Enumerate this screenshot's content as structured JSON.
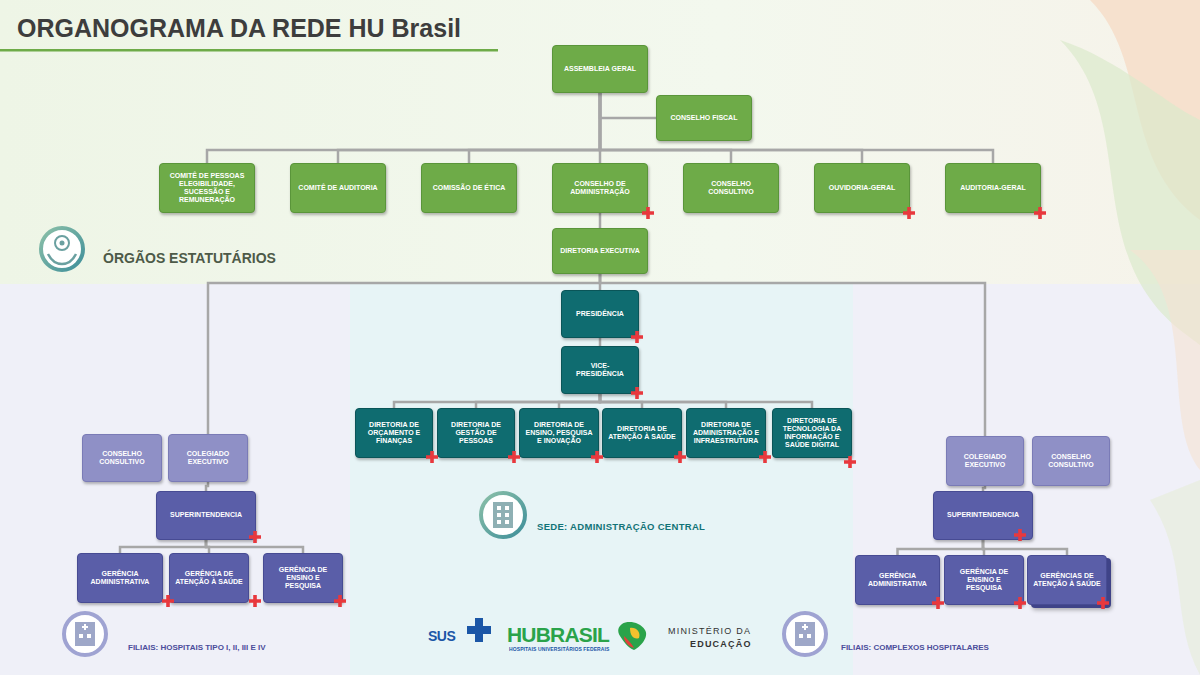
{
  "diagram": {
    "title": "ORGANOGRAMA DA REDE HU Brasil",
    "nodes": [
      {
        "text": [
          "ASSEMBLEIA GERAL"
        ]
      },
      {
        "text": [
          "CONSELHO FISCAL"
        ]
      },
      {
        "text": [
          "COMITÊ DE PESSOAS ELEGIBILIDADE, SUCESSÃO E REMUNERAÇÃO"
        ]
      },
      {
        "text": [
          "COMITÊ DE AUDITORIA"
        ]
      },
      {
        "text": [
          "COMISSÃO DE ÉTICA"
        ]
      },
      {
        "text": [
          "CONSELHO DE ADMINISTRAÇÃO"
        ]
      },
      {
        "text": [
          "CONSELHO CONSULTIVO"
        ]
      },
      {
        "text": [
          "OUVIDORIA-GERAL"
        ]
      },
      {
        "text": [
          "AUDITORIA-GERAL"
        ]
      },
      {
        "text": [
          "DIRETORIA EXECUTIVA"
        ]
      },
      {
        "text": [
          "PRESIDÊNCIA"
        ]
      },
      {
        "text": [
          "VICE-PRESIDÊNCIA"
        ]
      },
      {
        "text": [
          "DIRETORIA DE ORÇAMENTO E FINANÇAS"
        ]
      },
      {
        "text": [
          "DIRETORIA DE GESTÃO DE PESSOAS"
        ]
      },
      {
        "text": [
          "DIRETORIA DE ENSINO, PESQUISA E INOVAÇÃO"
        ]
      },
      {
        "text": [
          "DIRETORIA DE ATENÇÃO À SAÚDE"
        ]
      },
      {
        "text": [
          "DIRETORIA DE ADMINISTRAÇÃO E INFRAESTRUTURA"
        ]
      },
      {
        "text": [
          "DIRETORIA DE TECNOLOGIA DA INFORMAÇÃO E SAÚDE DIGITAL"
        ]
      },
      {
        "text": [
          "CONSELHO CONSULTIVO"
        ]
      },
      {
        "text": [
          "COLEGIADO EXECUTIVO"
        ]
      },
      {
        "text": [
          "SUPERINTENDENCIA"
        ]
      },
      {
        "text": [
          "GERÊNCIA ADMINISTRATIVA"
        ]
      },
      {
        "text": [
          "GERÊNCIA DE ATENÇÃO À SAÚDE"
        ]
      },
      {
        "text": [
          "GERÊNCIA DE ENSINO E PESQUISA"
        ]
      },
      {
        "text": [
          "COLEGIADO EXECUTIVO"
        ]
      },
      {
        "text": [
          "CONSELHO CONSULTIVO"
        ]
      },
      {
        "text": [
          "SUPERINTENDENCIA"
        ]
      },
      {
        "text": [
          "GERÊNCIA ADMINISTRATIVA"
        ]
      },
      {
        "text": [
          "GERÊNCIA DE ENSINO E PESQUISA"
        ]
      },
      {
        "text": [
          "GERÊNCIAS DE ATENÇÃO À SAÚDE"
        ]
      }
    ],
    "edges": [
      {
        "from": 0,
        "to": 1,
        "arrow": "none"
      },
      {
        "from": 0,
        "to": 2,
        "arrow": "none"
      },
      {
        "from": 0,
        "to": 3,
        "arrow": "none"
      },
      {
        "from": 0,
        "to": 4,
        "arrow": "none"
      },
      {
        "from": 0,
        "to": 5,
        "arrow": "none"
      },
      {
        "from": 0,
        "to": 6,
        "arrow": "none"
      },
      {
        "from": 0,
        "to": 7,
        "arrow": "none"
      },
      {
        "from": 0,
        "to": 8,
        "arrow": "none"
      },
      {
        "from": 5,
        "to": 9,
        "arrow": "none"
      },
      {
        "from": 9,
        "to": 19,
        "arrow": "none"
      },
      {
        "from": 9,
        "to": 10,
        "arrow": "none"
      },
      {
        "from": 9,
        "to": 24,
        "arrow": "none"
      },
      {
        "from": 10,
        "to": 11,
        "arrow": "none"
      },
      {
        "from": 11,
        "to": 12,
        "arrow": "none"
      },
      {
        "from": 11,
        "to": 13,
        "arrow": "none"
      },
      {
        "from": 11,
        "to": 14,
        "arrow": "none"
      },
      {
        "from": 11,
        "to": 15,
        "arrow": "none"
      },
      {
        "from": 11,
        "to": 16,
        "arrow": "none"
      },
      {
        "from": 11,
        "to": 17,
        "arrow": "none"
      },
      {
        "from": 19,
        "to": 20,
        "arrow": "none"
      },
      {
        "from": 20,
        "to": 21,
        "arrow": "none"
      },
      {
        "from": 20,
        "to": 22,
        "arrow": "none"
      },
      {
        "from": 20,
        "to": 23,
        "arrow": "none"
      },
      {
        "from": 24,
        "to": 26,
        "arrow": "none"
      },
      {
        "from": 26,
        "to": 27,
        "arrow": "none"
      },
      {
        "from": 26,
        "to": 28,
        "arrow": "none"
      },
      {
        "from": 26,
        "to": 29,
        "arrow": "none"
      }
    ],
    "labels": [
      "ÓRGÃOS ESTATUTÁRIOS",
      "SEDE: ADMINISTRAÇÃO CENTRAL",
      "FILIAIS: HOSPITAIS TIPO I, II, III E IV",
      "FILIAIS: COMPLEXOS HOSPITALARES",
      "SUS",
      "HUBRASIL",
      "HOSPITAIS UNIVERSITÁRIOS FEDERAIS",
      "MINISTÉRIO DA",
      "EDUCAÇÃO"
    ]
  }
}
